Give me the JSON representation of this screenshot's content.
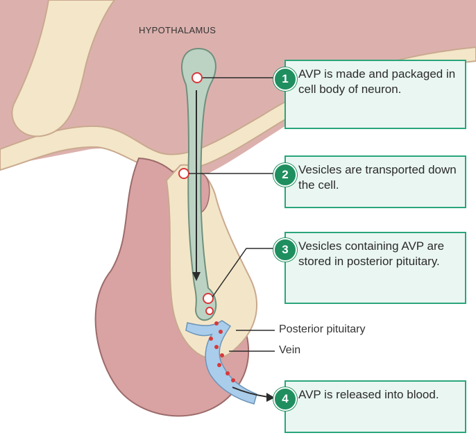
{
  "diagram": {
    "title": "HYPOTHALAMUS",
    "steps": [
      {
        "number": "1",
        "text": "AVP is made and packaged in cell body of neuron."
      },
      {
        "number": "2",
        "text": "Vesicles are transported down the cell."
      },
      {
        "number": "3",
        "text": "Vesicles containing AVP are stored in posterior pituitary."
      },
      {
        "number": "4",
        "text": "AVP is released into blood."
      }
    ],
    "labels": {
      "posterior_pituitary": "Posterior pituitary",
      "vein": "Vein"
    },
    "colors": {
      "step_box_border": "#2aa57b",
      "step_box_fill": "#eaf6f2",
      "step_number_fill": "#1f8f5f",
      "brain_tissue": "#d9a9a6",
      "neuron": "#bcd3c4",
      "posterior_pituitary": "#f3e6c8",
      "vein": "#a9cdea",
      "vesicle": "#d8383a"
    }
  }
}
